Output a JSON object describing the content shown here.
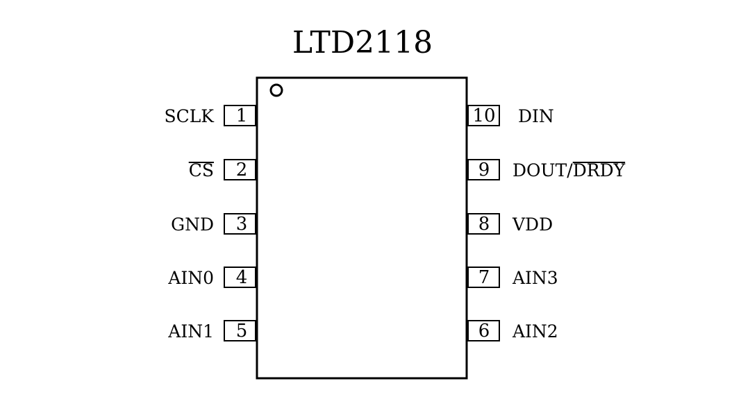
{
  "chip": {
    "title": "LTD2118",
    "line_color": "#000000",
    "background": "#ffffff"
  },
  "pins_left": [
    {
      "number": "1",
      "label": "SCLK",
      "overbar": ""
    },
    {
      "number": "2",
      "label": "",
      "overbar": "CS"
    },
    {
      "number": "3",
      "label": "GND",
      "overbar": ""
    },
    {
      "number": "4",
      "label": "AIN0",
      "overbar": ""
    },
    {
      "number": "5",
      "label": "AIN1",
      "overbar": ""
    }
  ],
  "pins_right": [
    {
      "number": "10",
      "label": "DIN",
      "overbar": ""
    },
    {
      "number": "9",
      "label": "DOUT/",
      "overbar": "DRDY"
    },
    {
      "number": "8",
      "label": "VDD",
      "overbar": ""
    },
    {
      "number": "7",
      "label": "AIN3",
      "overbar": ""
    },
    {
      "number": "6",
      "label": "AIN2",
      "overbar": ""
    }
  ]
}
